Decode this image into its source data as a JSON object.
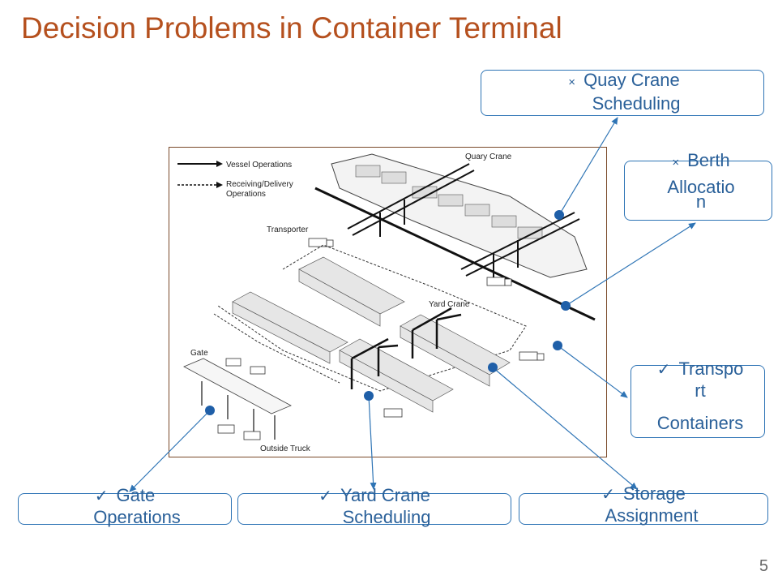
{
  "title": "Decision Problems in Container Terminal",
  "page_number": "5",
  "figure": {
    "legend_vessel": "Vessel Operations",
    "legend_receiving_1": "Receiving/Delivery",
    "legend_receiving_2": "Operations",
    "quay_crane": "Quary Crane",
    "transporter": "Transporter",
    "yard_crane": "Yard Crane",
    "gate": "Gate",
    "outside_truck": "Outside Truck"
  },
  "problems": {
    "quay_crane": {
      "mark": "×",
      "line1": "Quay Crane",
      "line2": "Scheduling"
    },
    "berth": {
      "mark": "×",
      "line1": "Berth",
      "line2": "Allocatio",
      "line3": "n"
    },
    "transport": {
      "mark": "✓",
      "line1": "Transpo",
      "line2": "rt",
      "line3": "Containers"
    },
    "gate": {
      "mark": "✓",
      "line1": "Gate",
      "line2": "Operations"
    },
    "yard_crane": {
      "mark": "✓",
      "line1": "Yard Crane",
      "line2": "Scheduling"
    },
    "storage": {
      "mark": "✓",
      "line1": "Storage",
      "line2": "Assignment"
    }
  },
  "colors": {
    "title": "#b5501e",
    "accent": "#2e74b5",
    "label": "#2a6099"
  }
}
